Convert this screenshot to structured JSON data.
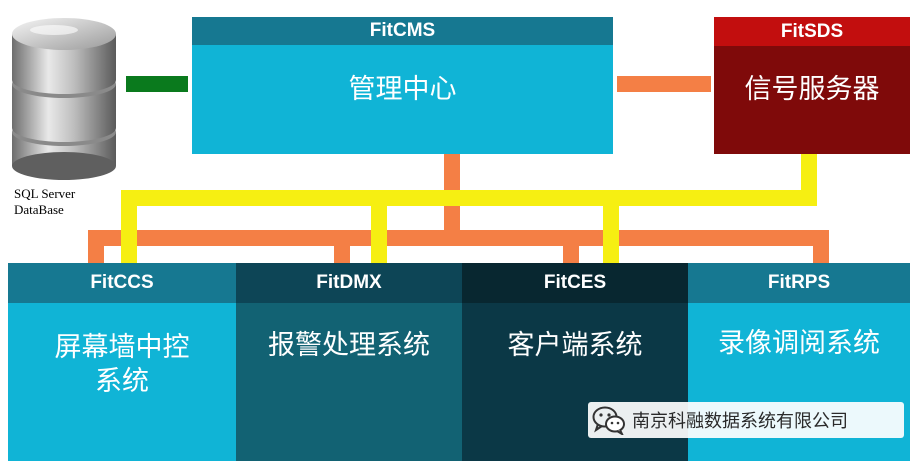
{
  "database": {
    "label_line1": "SQL Server",
    "label_line2": "DataBase"
  },
  "cms": {
    "name": "FitCMS",
    "label": "管理中心"
  },
  "sds": {
    "name": "FitSDS",
    "label": "信号服务器"
  },
  "modules": [
    {
      "name": "FitCCS",
      "label_line1": "屏幕墙中控",
      "label_line2": "系统"
    },
    {
      "name": "FitDMX",
      "label_line1": "报警处理系统",
      "label_line2": ""
    },
    {
      "name": "FitCES",
      "label_line1": "客户端系统",
      "label_line2": ""
    },
    {
      "name": "FitRPS",
      "label_line1": "录像调阅系统",
      "label_line2": ""
    }
  ],
  "watermark": {
    "text": "南京科融数据系统有限公司",
    "icon": "wechat-icon"
  },
  "colors": {
    "cyan": "#10b4d6",
    "cyan_header": "#167891",
    "dark_teal": "#126273",
    "dark_teal_header": "#0d4556",
    "darkest": "#0b3846",
    "darkest_header": "#082730",
    "sds_body": "#7f0a0a",
    "sds_header": "#c20e0e",
    "orange": "#f47f45",
    "yellow": "#f6ef12",
    "green": "#0a7a1d"
  }
}
